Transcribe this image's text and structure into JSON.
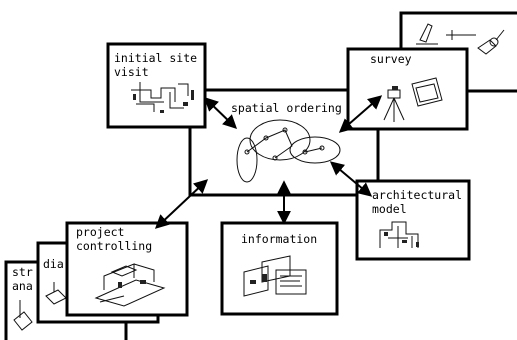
{
  "diagram": {
    "center": {
      "label": "spatial ordering"
    },
    "boxes": {
      "initial_site_visit": {
        "line1": "initial site",
        "line2": "visit"
      },
      "survey": {
        "label": "survey"
      },
      "architectural_model": {
        "line1": "architectural",
        "line2": "model"
      },
      "information": {
        "label": "information"
      },
      "project_controlling": {
        "line1": "project",
        "line2": "controlling"
      },
      "stack_back": {
        "line1": "str",
        "line2": "ana"
      },
      "stack_mid": {
        "label": "dia"
      }
    }
  }
}
